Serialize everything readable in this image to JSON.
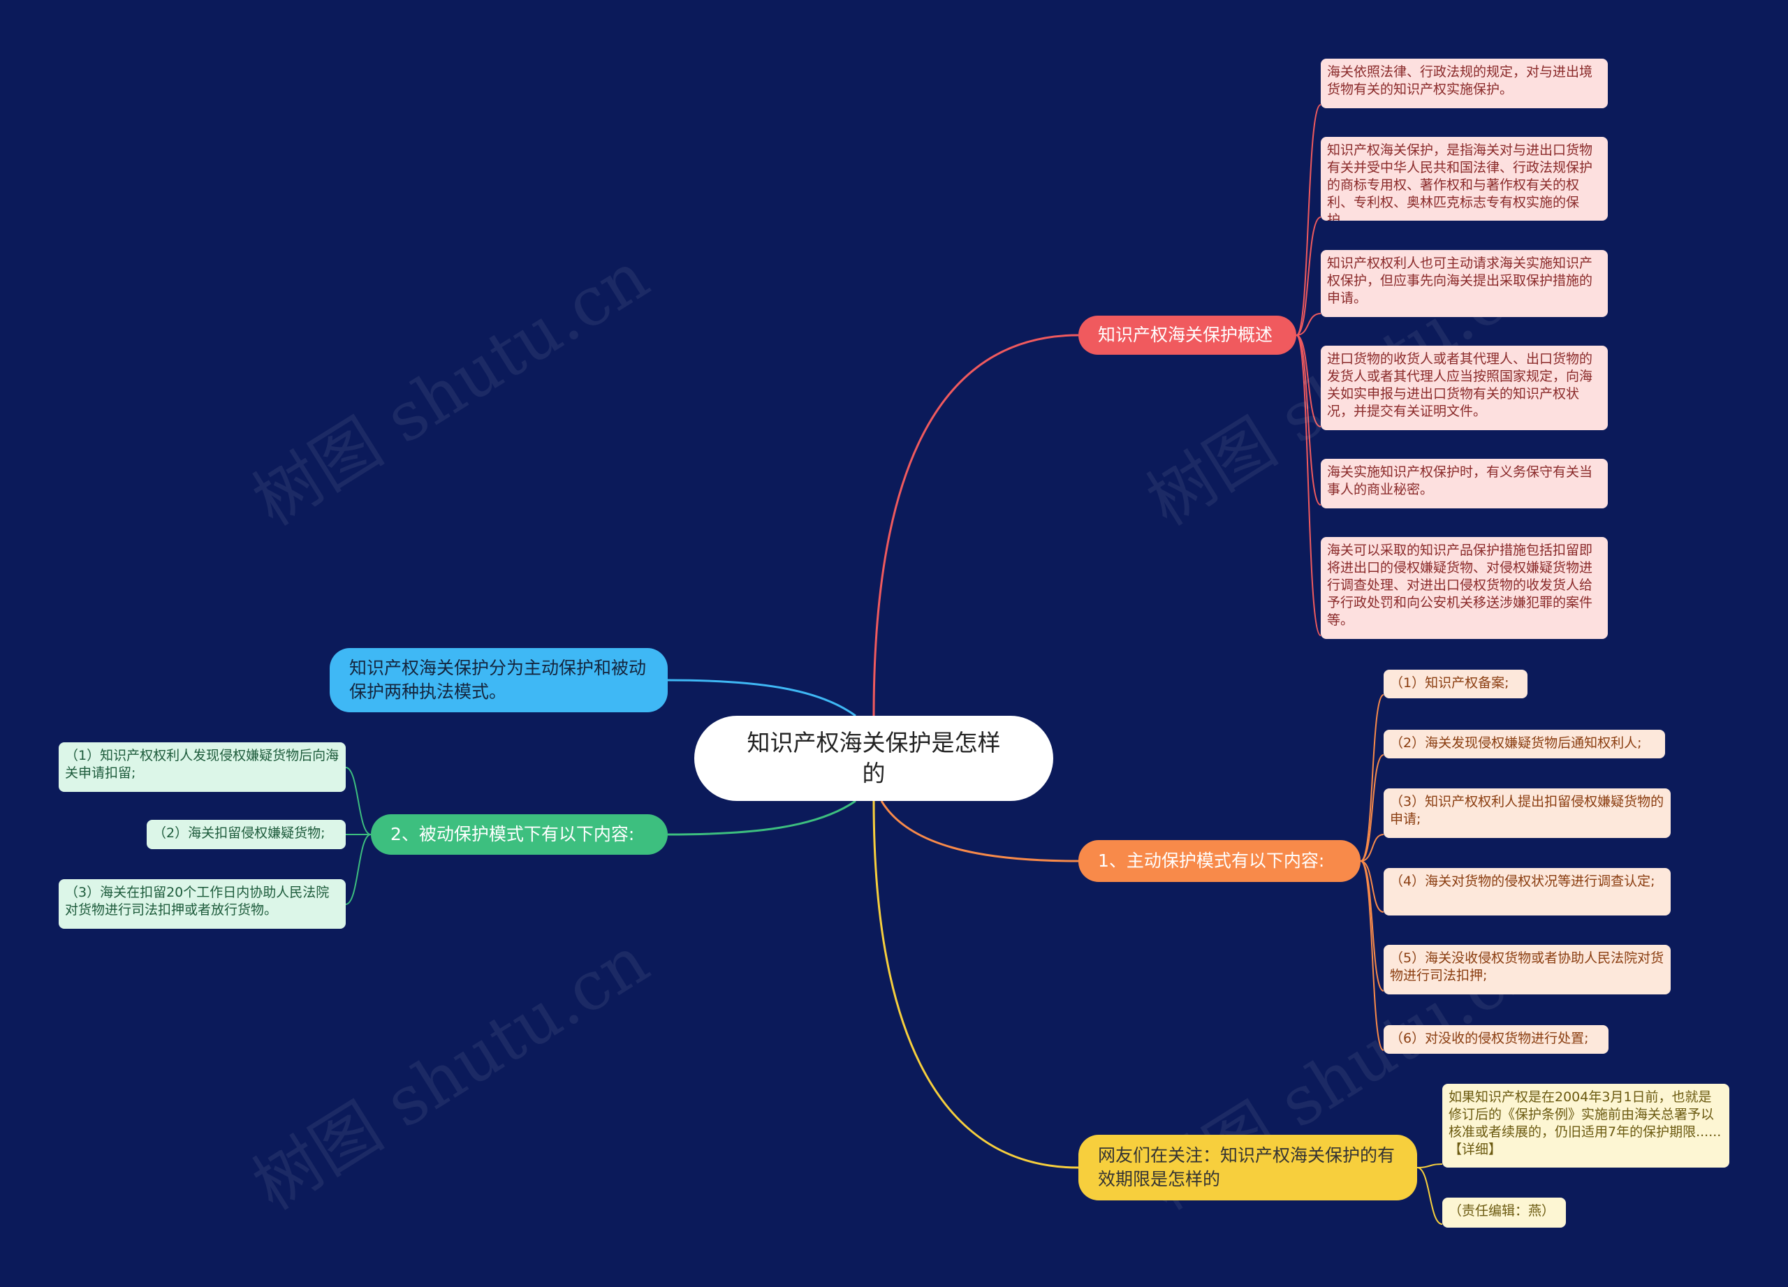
{
  "watermark": "树图 shutu.cn",
  "colors": {
    "background": "#0b1a5a",
    "red": "#f05a5e",
    "orange": "#f88a4a",
    "yellow": "#f7cf3d",
    "blue": "#3fb8f5",
    "green": "#3dbf7f"
  },
  "root": {
    "label": "知识产权海关保护是怎样的"
  },
  "branches": {
    "overview": {
      "label": "知识产权海关保护概述",
      "leaves": [
        "海关依照法律、行政法规的规定，对与进出境货物有关的知识产权实施保护。",
        "知识产权海关保护，是指海关对与进出口货物有关并受中华人民共和国法律、行政法规保护的商标专用权、著作权和与著作权有关的权利、专利权、奥林匹克标志专有权实施的保护。",
        "知识产权权利人也可主动请求海关实施知识产权保护，但应事先向海关提出采取保护措施的申请。",
        "进口货物的收货人或者其代理人、出口货物的发货人或者其代理人应当按照国家规定，向海关如实申报与进出口货物有关的知识产权状况，并提交有关证明文件。",
        "海关实施知识产权保护时，有义务保守有关当事人的商业秘密。",
        "海关可以采取的知识产品保护措施包括扣留即将进出口的侵权嫌疑货物、对侵权嫌疑货物进行调查处理、对进出口侵权货物的收发货人给予行政处罚和向公安机关移送涉嫌犯罪的案件等。"
      ]
    },
    "active": {
      "label": "1、主动保护模式有以下内容:",
      "leaves": [
        "（1）知识产权备案;",
        "（2）海关发现侵权嫌疑货物后通知权利人;",
        "（3）知识产权权利人提出扣留侵权嫌疑货物的申请;",
        "（4）海关对货物的侵权状况等进行调查认定;",
        "（5）海关没收侵权货物或者协助人民法院对货物进行司法扣押;",
        "（6）对没收的侵权货物进行处置;"
      ]
    },
    "netizens": {
      "label": "网友们在关注：知识产权海关保护的有效期限是怎样的",
      "leaves": [
        "如果知识产权是在2004年3月1日前，也就是修订后的《保护条例》实施前由海关总署予以核准或者续展的，仍旧适用7年的保护期限......【详细】",
        "（责任编辑：燕）"
      ]
    },
    "modes": {
      "label": "知识产权海关保护分为主动保护和被动保护两种执法模式。",
      "leaves": []
    },
    "passive": {
      "label": "2、被动保护模式下有以下内容:",
      "leaves": [
        "（1）知识产权权利人发现侵权嫌疑货物后向海关申请扣留;",
        "（2）海关扣留侵权嫌疑货物;",
        "（3）海关在扣留20个工作日内协助人民法院对货物进行司法扣押或者放行货物。"
      ]
    }
  }
}
